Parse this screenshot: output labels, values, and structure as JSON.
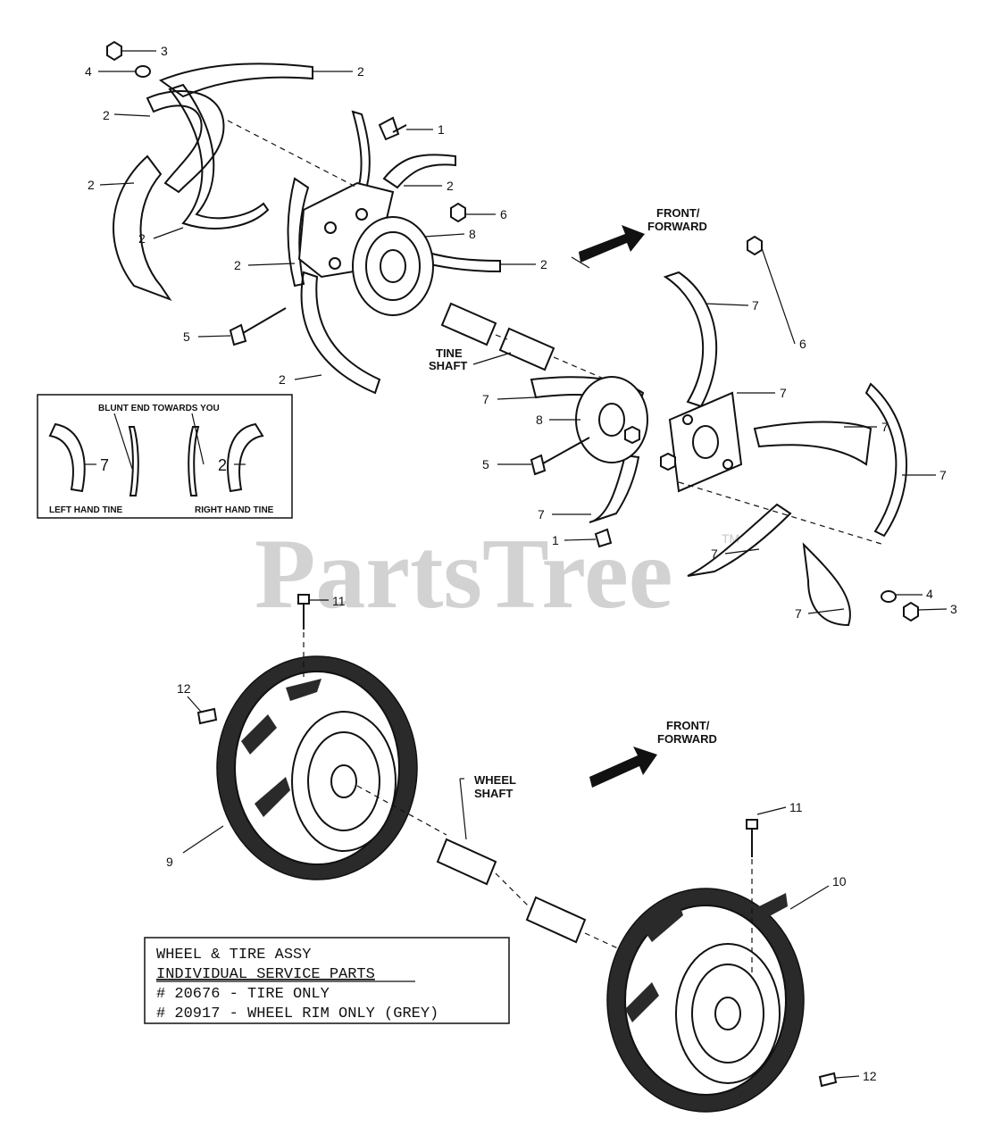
{
  "callouts": {
    "c1": "1",
    "c2": "2",
    "c3": "3",
    "c4": "4",
    "c5": "5",
    "c6": "6",
    "c7": "7",
    "c8": "8",
    "c9": "9",
    "c10": "10",
    "c11": "11",
    "c12": "12"
  },
  "labels": {
    "front_forward_line1": "FRONT/",
    "front_forward_line2": "FORWARD",
    "tine_shaft_line1": "TINE",
    "tine_shaft_line2": "SHAFT",
    "wheel_shaft_line1": "WHEEL",
    "wheel_shaft_line2": "SHAFT"
  },
  "inset": {
    "heading": "BLUNT END TOWARDS YOU",
    "left_number": "7",
    "right_number": "2",
    "left_caption": "LEFT HAND TINE",
    "right_caption": "RIGHT HAND TINE"
  },
  "service_box": {
    "lines": [
      "WHEEL & TIRE ASSY",
      "INDIVIDUAL SERVICE PARTS",
      "# 20676 - TIRE ONLY",
      "# 20917 - WHEEL RIM ONLY (GREY)"
    ]
  },
  "watermark": {
    "text": "PartsTree",
    "tm": "TM"
  }
}
